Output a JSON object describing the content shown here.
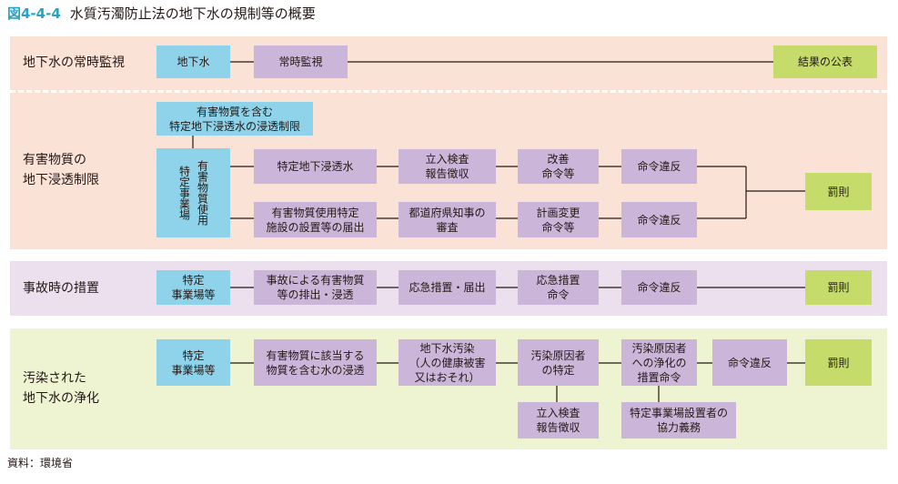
{
  "figure": {
    "number": "図4-4-4",
    "title": "水質汚濁防止法の地下水の規制等の概要"
  },
  "source": "資料：環境省",
  "sections": {
    "monitoring": {
      "label": "地下水の常時監視",
      "groundwater": "地下水",
      "constant_monitoring": "常時監視",
      "publication": "結果の公表"
    },
    "infiltration": {
      "label": "有害物質の\n地下浸透制限",
      "prohibit": "有害物質を含む\n特定地下浸透水の浸透制限",
      "facility_a": "特定事業場",
      "facility_b": "有害物質使用",
      "infiltration_water": "特定地下浸透水",
      "inspection": "立入検査\n報告徴収",
      "improvement": "改善\n命令等",
      "violation1": "命令違反",
      "notification": "有害物質使用特定\n施設の設置等の届出",
      "review": "都道府県知事の\n審査",
      "plan_change": "計画変更\n命令等",
      "violation2": "命令違反",
      "penalty": "罰則"
    },
    "accident": {
      "label": "事故時の措置",
      "facility": "特定\n事業場等",
      "leak": "事故による有害物質\n等の排出・浸透",
      "emergency": "応急措置・届出",
      "emergency_order": "応急措置\n命令",
      "violation": "命令違反",
      "penalty": "罰則"
    },
    "remediation": {
      "label": "汚染された\n地下水の浄化",
      "facility": "特定\n事業場等",
      "infiltration": "有害物質に該当する\n物質を含む水の浸透",
      "pollution": "地下水汚染\n（人の健康被害\n又はおそれ）",
      "identify": "汚染原因者\nの特定",
      "cleanup_order": "汚染原因者\nへの浄化の\n措置命令",
      "violation": "命令違反",
      "penalty": "罰則",
      "inspection": "立入検査\n報告徴収",
      "cooperation": "特定事業場設置者の\n協力義務"
    }
  }
}
